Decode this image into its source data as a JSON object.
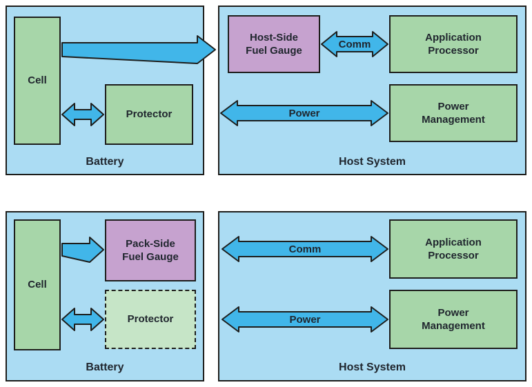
{
  "colors": {
    "page_bg": "#ffffff",
    "panel_bg": "#abdcf3",
    "arrow_fill": "#41b6e9",
    "green_fill": "#a7d6a9",
    "green_dashed_fill": "#c6e5c7",
    "purple_fill": "#c6a2cf",
    "border": "#1d1d1b",
    "text": "#20262e"
  },
  "diagram": {
    "top": {
      "battery": {
        "label": "Battery",
        "cell_label": "Cell",
        "protector_label": "Protector"
      },
      "host": {
        "label": "Host System",
        "fuel_gauge_label": "Host-Side\nFuel Gauge",
        "app_processor_label": "Application\nProcessor",
        "power_mgmt_label": "Power\nManagement",
        "comm_label": "Comm",
        "power_label": "Power"
      }
    },
    "bottom": {
      "battery": {
        "label": "Battery",
        "cell_label": "Cell",
        "fuel_gauge_label": "Pack-Side\nFuel Gauge",
        "protector_label": "Protector"
      },
      "host": {
        "label": "Host System",
        "app_processor_label": "Application\nProcessor",
        "power_mgmt_label": "Power\nManagement",
        "comm_label": "Comm",
        "power_label": "Power"
      }
    }
  }
}
